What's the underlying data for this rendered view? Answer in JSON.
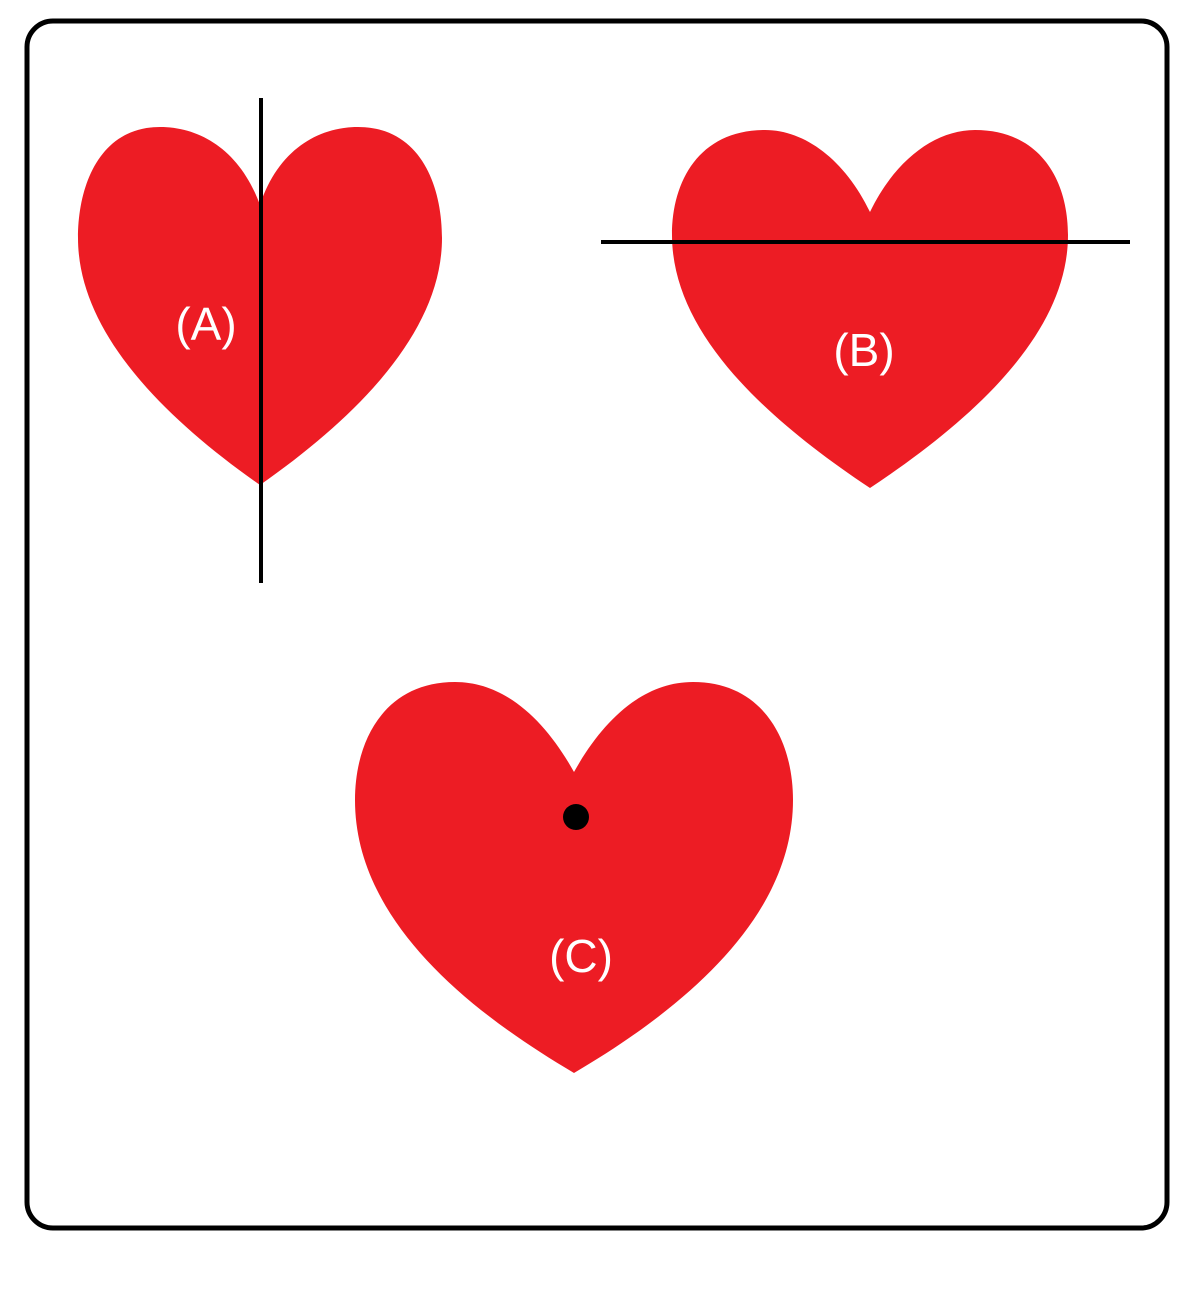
{
  "colors": {
    "heart_fill": "#ED1C24",
    "line": "#000000",
    "label": "#FFFFFF",
    "frame": "#000000",
    "background": "#FFFFFF"
  },
  "hearts": [
    {
      "id": "A",
      "label": "(A)",
      "marker": "vertical-line"
    },
    {
      "id": "B",
      "label": "(B)",
      "marker": "horizontal-line"
    },
    {
      "id": "C",
      "label": "(C)",
      "marker": "center-point"
    }
  ]
}
